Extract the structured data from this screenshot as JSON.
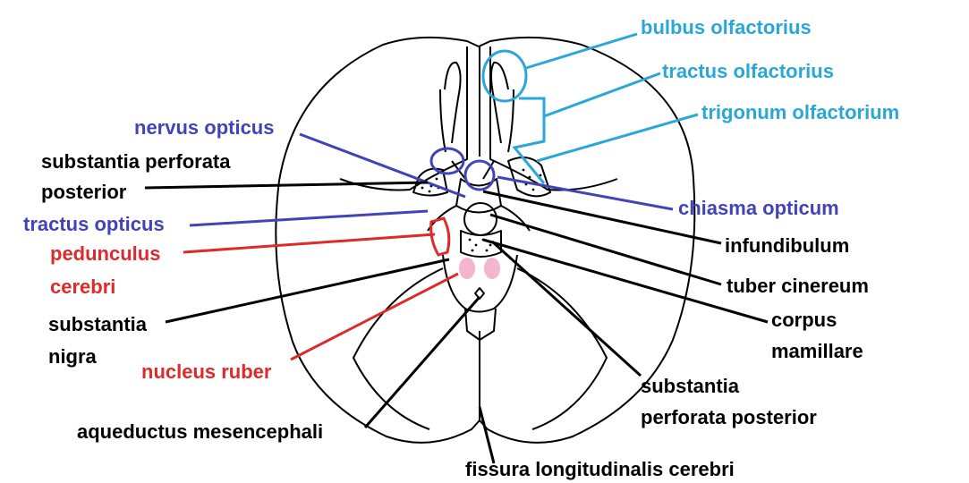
{
  "colors": {
    "cyan": "#2aa7d8",
    "blue": "#4343b8",
    "red": "#dd2a2a",
    "black": "#000000",
    "pink": "#f4b6cc"
  },
  "labels": {
    "bulbus_olfactorius": "bulbus olfactorius",
    "tractus_olfactorius": "tractus olfactorius",
    "trigonum_olfactorium": "trigonum olfactorium",
    "nervus_opticus": "nervus opticus",
    "substantia_perforata_posterior_left_1": "substantia perforata",
    "substantia_perforata_posterior_left_2": "posterior",
    "chiasma_opticum": "chiasma opticum",
    "tractus_opticus": "tractus opticus",
    "pedunculus_cerebri_1": "pedunculus",
    "pedunculus_cerebri_2": "cerebri",
    "infundibulum": "infundibulum",
    "tuber_cinereum": "tuber cinereum",
    "substantia_nigra_1": "substantia",
    "substantia_nigra_2": "nigra",
    "corpus_mamillare_1": "corpus",
    "corpus_mamillare_2": "mamillare",
    "nucleus_ruber": "nucleus ruber",
    "substantia_perforata_posterior_right_1": "substantia",
    "substantia_perforata_posterior_right_2": "perforata posterior",
    "aqueductus_mesencephali": "aqueductus mesencephali",
    "fissura_longitudinalis_cerebri": "fissura longitudinalis cerebri"
  }
}
